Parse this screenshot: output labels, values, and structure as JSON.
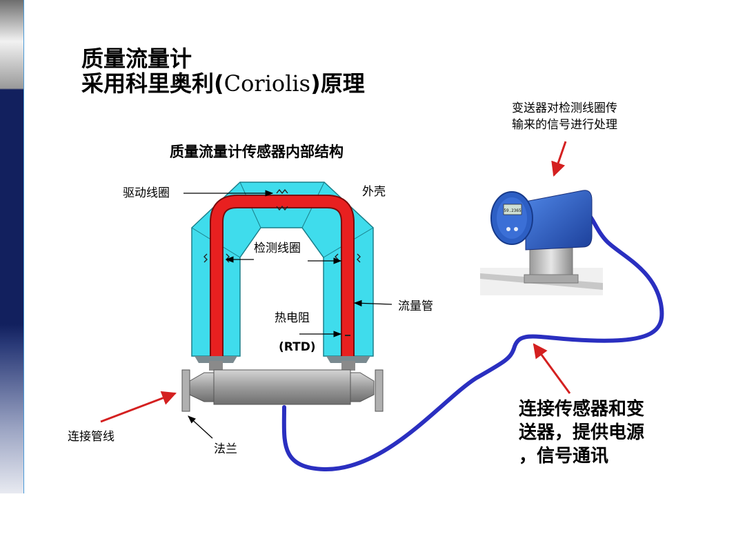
{
  "title": {
    "line1": "质量流量计",
    "line2_pre": "采用科里奥利(",
    "line2_latin": "Coriolis",
    "line2_post": ")原理"
  },
  "subtitle": "质量流量计传感器内部结构",
  "labels": {
    "drive_coil": "驱动线圈",
    "housing": "外壳",
    "pickoff_coil": "检测线圈",
    "flow_tube": "流量管",
    "rtd_line1": "热电阻",
    "rtd_line2": "(RTD)",
    "pipe_connection": "连接管线",
    "flange": "法兰",
    "transmitter_line1": "变送器对检测线圈传",
    "transmitter_line2": "输来的信号进行处理",
    "transmitter_display": "59.2365"
  },
  "callout": {
    "line1": "连接传感器和变",
    "line2": "送器，提供电源",
    "line3": "，信号通讯"
  },
  "colors": {
    "housing": "#3fdcec",
    "flow_tube": "#e82020",
    "cable": "#2a2fc0",
    "pointer_arrow": "#d42020",
    "transmitter": "#2d5fc4",
    "sidebar_navy": "#12205e"
  }
}
